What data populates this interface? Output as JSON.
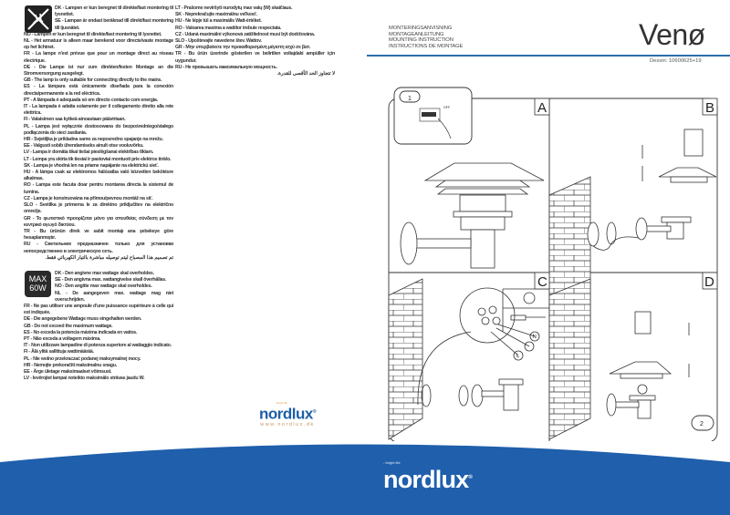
{
  "left_page": {
    "direct_connection_notes": [
      "DK - Lampen er kun beregnet til direkte/fast montering til lysnettet.",
      "SE - Lampan är endast beräknad till direkt/fast montering till ljusnätet.",
      "NO - Lampen er kun beregnet til direkte/fast montering til lysnettet.",
      "NL - Het armatuur is alleen maar berekend voor directe/vaste montage op het lichtnet.",
      "FR - La lampe n'est prévue que pour un montage direct au réseau électrique.",
      "DE - Die Lampe ist nur zum direkten/festen Montage an die Stromversorgung ausgelegt.",
      "GB - The lamp is only suitable for connecting directly to the mains.",
      "ES - La lámpara está únicamente diseñada para la conexión directa/permanente a la red eléctrica.",
      "PT - A lâmpada é adequada só em directo contacto com energia.",
      "IT - La lampada è adatta solamente per il collegamento diretto alla rete elettrica.",
      "FI - Valaisimen saa kytkeä ainoastaan päävirtaan.",
      "PL - Lampa jest wyłącznie dostosowana do bezpośredniego/stałego podłączenia do sieci zasilania.",
      "HR - Svjetiljka je prikladna samo za neposredno spajanje na mrežu.",
      "EE - Valgusti sobib ühendamiseks ainult otse vooluvõrku.",
      "LV - Lampa ir domāta tikai tiešai pieslēgšanai elektrības tīklam.",
      "LT - Lempa yra skirta tik tiesiai ir pastoviai montuoti prie elektros tinklo.",
      "SK - Lampa je vhodná len na priame napájanie na elektrickú sieť.",
      "HU - A lámpa csak az elektromos hálózatba való közvetlen bekötésre alkalmas.",
      "RO - Lampa este facuta doar pentru montarea directa la sistemul de lumina.",
      "CZ - Lampa je konstruována na přímou/pevnou montáž na síť.",
      "SLO - Svetilka je primerna le za direktno priključitev na električno omrežje.",
      "GR - Το φωτιστικό προορίζεται μόνο για απευθείας σύνδεση με τον κεντρικό αγωγό δικτύου.",
      "TR - Bu ürünün direk ve sabit montajı ana şebekeye göre hesaplanmıştır.",
      "RU - Светильник предназначен только для установки непосредственно в электрическую сеть."
    ],
    "direct_connection_arabic": "تم تصميم هذا المصباح ليتم توصيله مباشرة بالتيار الكهربائي فقط.",
    "max_wattage_notes_cont": [
      "LT - Prašome neviršyti nurodytų max vatų (W) skaičiaus.",
      "SK - Neprekračujte maximálnu veľkosť.",
      "HU - Ne lépje túl a maximális Watt-értéket.",
      "RO - Valoarea maxima a wattilor trebuie respectata.",
      "CZ - Udaná maximální výkonová zatížitelnost musí být dodržována.",
      "SLO - Upoštevajte navedene štev. Wattov.",
      "GR - Μην υπερβαίνετε την προκαθορισμένη μέγιστη ισχύ σε βατ.",
      "TR - Bu ürün üzerinde gösterilen ve belirtilen voltajdaki ampüller için uygundur.",
      "RU - Не превышать максимальную мощность."
    ],
    "max_wattage_arabic": "لا تتجاوز الحد الأقصى للقدرة.",
    "max_badge": {
      "line1": "MAX",
      "line2": "60W"
    },
    "max_wattage_notes": [
      "DK - Den angivne max wattage skal overholdes.",
      "SE - Den angivna max. wattangivelse skall överhållas.",
      "NO - Den angitte max wattage skal overholdes.",
      "NL - De aangegeven max. wattage mag niet overschrijden.",
      "FR - Ne pas utiliser une ampoule d'une puissance supérieure à celle qui est indiquée.",
      "DE - Die angegebene Wattage muss eingehalten werden.",
      "GB - Do not exceed the maximum wattage.",
      "ES - No exceda la potencia máxima indicada en vatios.",
      "PT - Não exceda a voltagem máxima.",
      "IT - Non utilizzare lampadine di potenza superiore al wattaggio indicato.",
      "FI - Älä ylitä sallittuja wattimäärää.",
      "PL - Nie wolno przekraczać podanej maksymalnej mocy.",
      "HR - Nemojte prekoračiti maksimalnu snagu.",
      "EE - Ärge ületage maksimaalset võimsust.",
      "LV - Ievērojiet lampai noteikto maksimālo strāvas jaudu W."
    ],
    "small_logo": {
      "tagline": "- bright life",
      "brand": "nordlux",
      "registered": "®",
      "url": "www.nordlux.dk"
    }
  },
  "right_page": {
    "header_lines": [
      "MONTERINGSANVISNING",
      "MONTAGEANLEITUNG",
      "MOUNTING INSTRUCTION",
      "INSTRUCTIONS DE MONTAGE"
    ],
    "product_title": "Venø",
    "drawing_number": "Dessin: 10600625+19",
    "step1": "1",
    "step2": "2",
    "off_label": "OFF",
    "panels": {
      "a": "A",
      "b": "B",
      "c": "C",
      "d": "D"
    },
    "wire_labels": {
      "neutral": "N",
      "live": "L"
    },
    "accent_color": "#1f5fac"
  },
  "footer": {
    "tagline": "- bright life",
    "brand": "nordlux",
    "registered": "®",
    "color": "#1f5fac"
  }
}
